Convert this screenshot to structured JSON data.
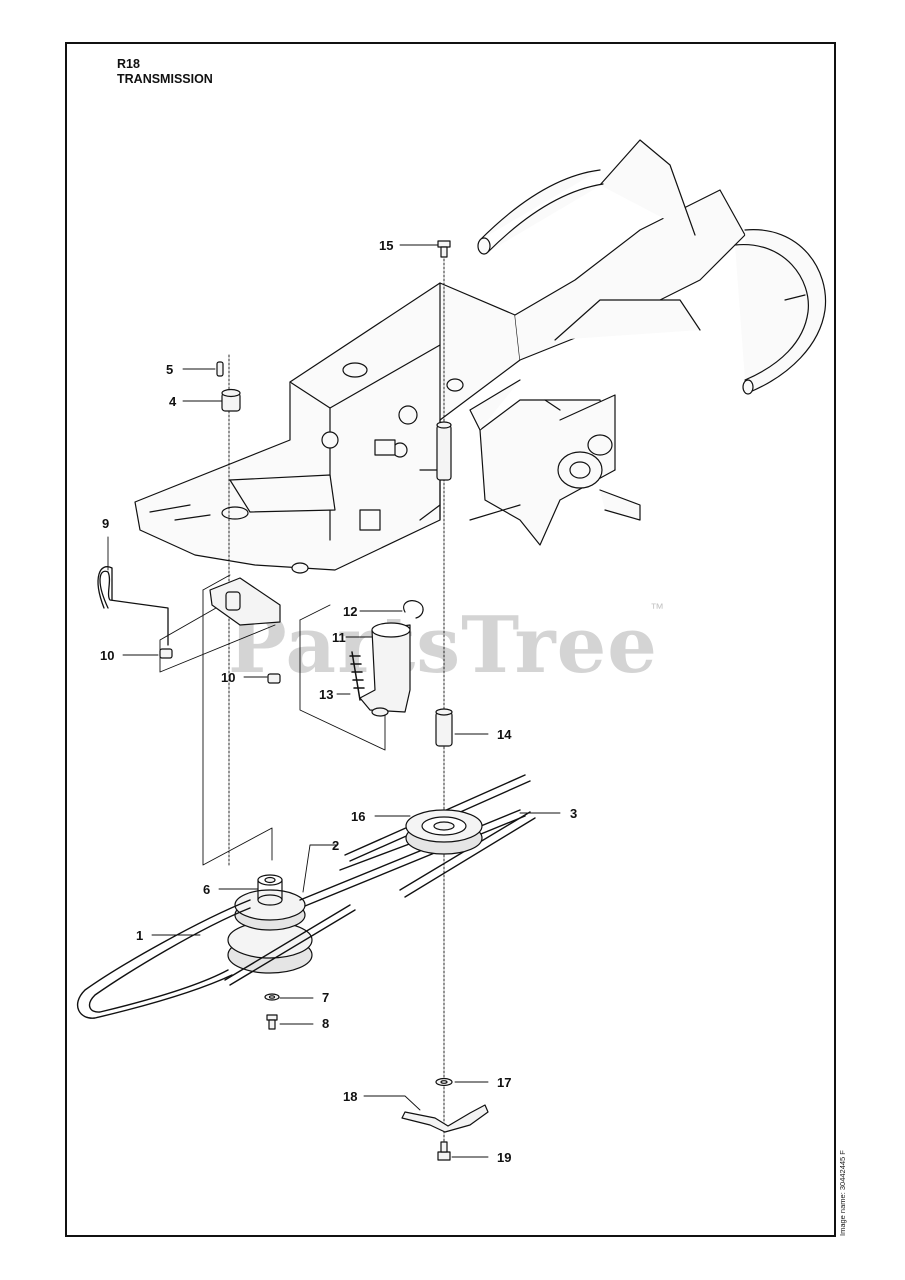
{
  "header": {
    "model": "R18",
    "section": "TRANSMISSION"
  },
  "watermark": {
    "text": "PartsTree",
    "mark": "™"
  },
  "side_note": "Image name: 30442445 F",
  "callouts": [
    {
      "id": "1",
      "part": "belt"
    },
    {
      "id": "2",
      "part": "belt"
    },
    {
      "id": "3",
      "part": "belt"
    },
    {
      "id": "4",
      "part": "spacer"
    },
    {
      "id": "5",
      "part": "pin"
    },
    {
      "id": "6",
      "part": "pulley"
    },
    {
      "id": "7",
      "part": "washer"
    },
    {
      "id": "8",
      "part": "screw"
    },
    {
      "id": "9",
      "part": "rod"
    },
    {
      "id": "10",
      "part": "nut"
    },
    {
      "id": "10",
      "part": "nut"
    },
    {
      "id": "11",
      "part": "bracket"
    },
    {
      "id": "12",
      "part": "retaining-ring"
    },
    {
      "id": "13",
      "part": "spring"
    },
    {
      "id": "14",
      "part": "sleeve"
    },
    {
      "id": "15",
      "part": "bolt"
    },
    {
      "id": "16",
      "part": "idler-pulley"
    },
    {
      "id": "17",
      "part": "washer"
    },
    {
      "id": "18",
      "part": "belt-guide"
    },
    {
      "id": "19",
      "part": "bolt"
    }
  ],
  "colors": {
    "line": "#111111",
    "part_fill": "#f4f4f4",
    "shade": "#cfcfcf",
    "watermark": "#a0a0a0"
  }
}
